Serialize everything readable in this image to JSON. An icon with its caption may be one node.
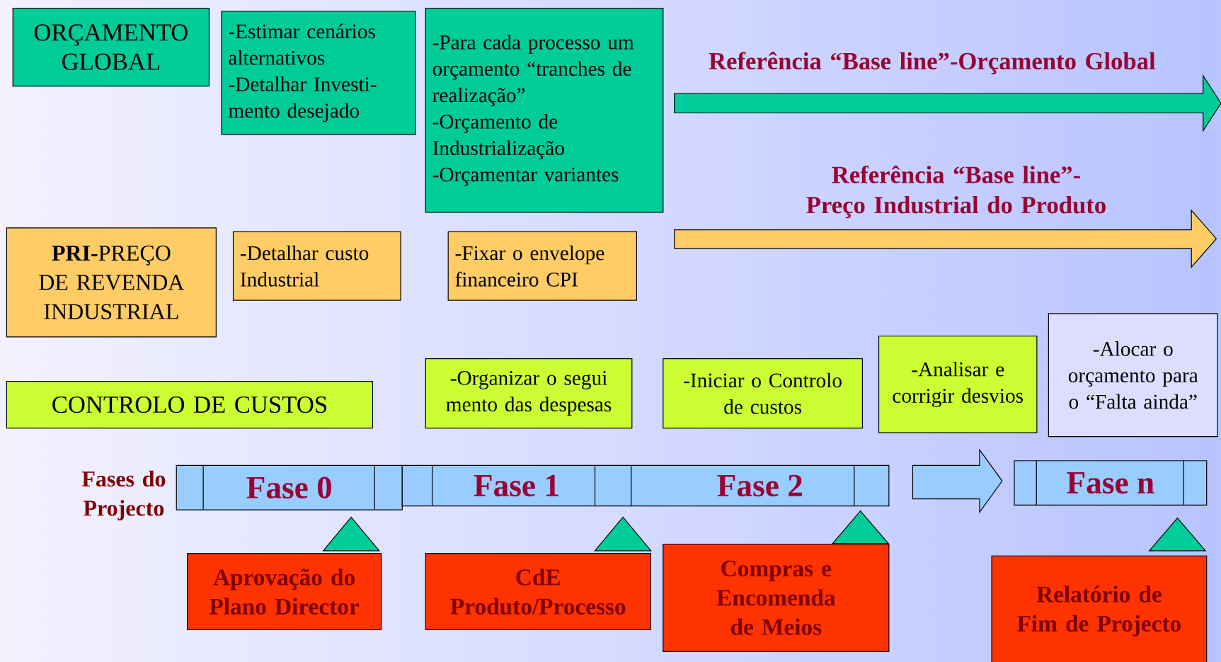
{
  "diagram": {
    "nodes": [
      {
        "text": [
          "ORÇAMENTO GLOBAL"
        ]
      },
      {
        "text": [
          "-Estimar cenários alternativos",
          "-Detalhar Investi-mento desejado"
        ]
      },
      {
        "text": [
          "-Para cada processo um orçamento “tranches de realização”",
          "-Orçamento de Industrialização",
          "-Orçamentar variantes"
        ]
      },
      {
        "text": [
          "Referência “Base line”-Orçamento Global"
        ]
      },
      {
        "text": [
          "**PRI-**PREÇO DE REVENDA INDUSTRIAL"
        ]
      },
      {
        "text": [
          "-Detalhar custo Industrial"
        ]
      },
      {
        "text": [
          "-Fixar o envelope financeiro CPI"
        ]
      },
      {
        "text": [
          "Referência “Base line”-Preço Industrial do Produto"
        ]
      },
      {
        "text": [
          "CONTROLO DE CUSTOS"
        ]
      },
      {
        "text": [
          "-Organizar o segui mento das despesas"
        ]
      },
      {
        "text": [
          "-Iniciar o Controlo de custos"
        ]
      },
      {
        "text": [
          "-Analisar e corrigir desvios"
        ]
      },
      {
        "text": [
          "-Alocar o orçamento para o “Falta ainda”"
        ]
      },
      {
        "text": [
          "Fase 0"
        ]
      },
      {
        "text": [
          "Fase 1"
        ]
      },
      {
        "text": [
          "Fase 2"
        ]
      },
      {
        "text": [
          "Fase n"
        ]
      },
      {
        "text": [],
        "shape": "triangle"
      },
      {
        "text": [],
        "shape": "triangle"
      },
      {
        "text": [],
        "shape": "triangle"
      },
      {
        "text": [],
        "shape": "triangle"
      },
      {
        "text": [
          "Aprovação do Plano Director"
        ]
      },
      {
        "text": [
          "CdE Produto/Processo"
        ]
      },
      {
        "text": [
          "Compras e Encomenda de Meios"
        ]
      },
      {
        "text": [
          "Relatório de Fim de Projecto"
        ]
      }
    ],
    "edges": [
      {
        "from": 15,
        "to": 16,
        "arrow": "to"
      }
    ],
    "labels": [
      "Fases do Projecto"
    ]
  }
}
